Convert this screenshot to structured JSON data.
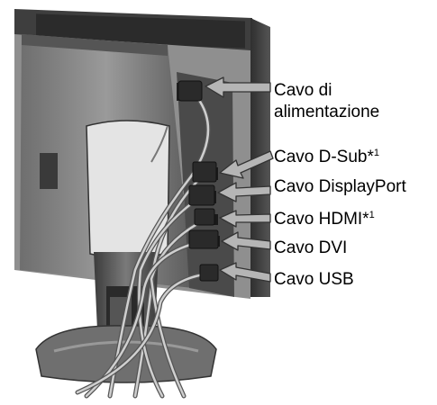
{
  "labels": {
    "power_line1": "Cavo di",
    "power_line2": "alimentazione",
    "dsub": "Cavo D-Sub*",
    "dsub_note": "1",
    "displayport": "Cavo DisplayPort",
    "hdmi": "Cavo HDMI*",
    "hdmi_note": "1",
    "dvi": "Cavo DVI",
    "usb": "Cavo USB"
  },
  "colors": {
    "arrow_fill": "#b5b5b5",
    "arrow_stroke": "#333333",
    "monitor_dark": "#5a5a5a",
    "monitor_mid": "#8c8c8c",
    "cable_light": "#d0d0d0"
  }
}
